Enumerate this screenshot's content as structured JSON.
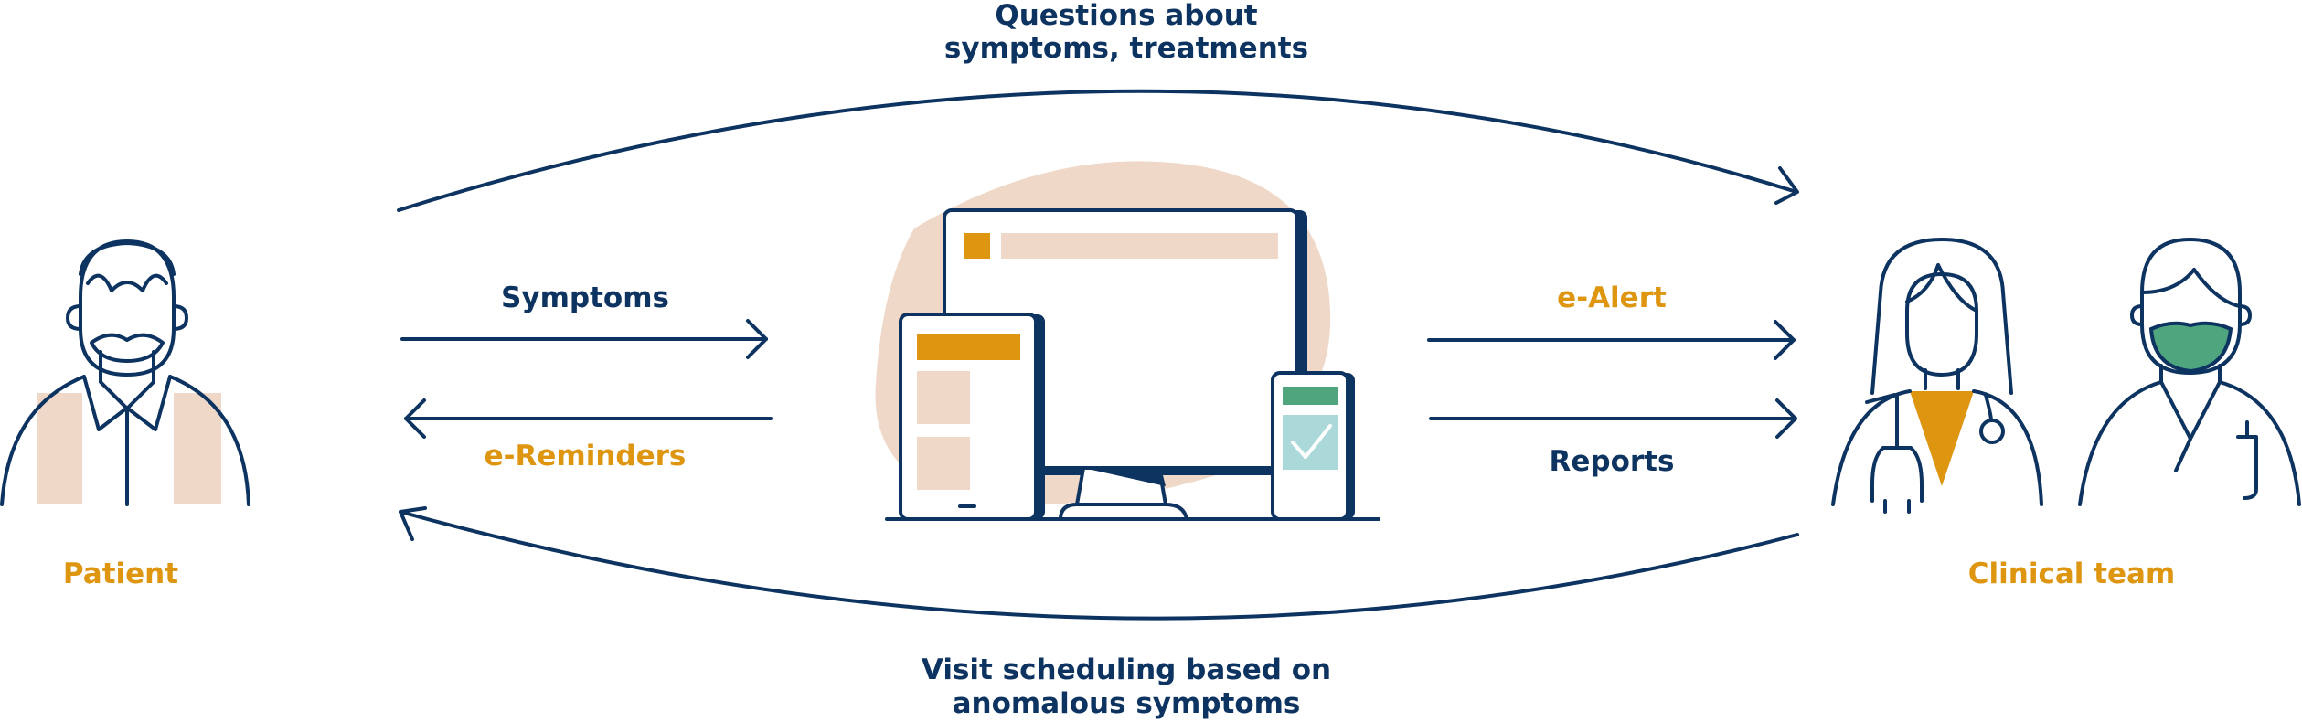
{
  "labels": {
    "top_line1": "Questions about",
    "top_line2": "symptoms, treatments",
    "symptoms": "Symptoms",
    "e_reminders": "e-Reminders",
    "e_alert": "e-Alert",
    "reports": "Reports",
    "bottom_line1": "Visit scheduling based on",
    "bottom_line2": "anomalous symptoms",
    "patient": "Patient",
    "clinical_team": "Clinical team"
  },
  "icons": {
    "patient": "patient-icon",
    "devices": "devices-icon",
    "doctor": "doctor-icon",
    "nurse": "nurse-icon"
  },
  "colors": {
    "navy": "#0d3361",
    "gold": "#de9510",
    "peach": "#f0d8c8",
    "green": "#4ea57e",
    "teal_light": "#abd9d9"
  }
}
